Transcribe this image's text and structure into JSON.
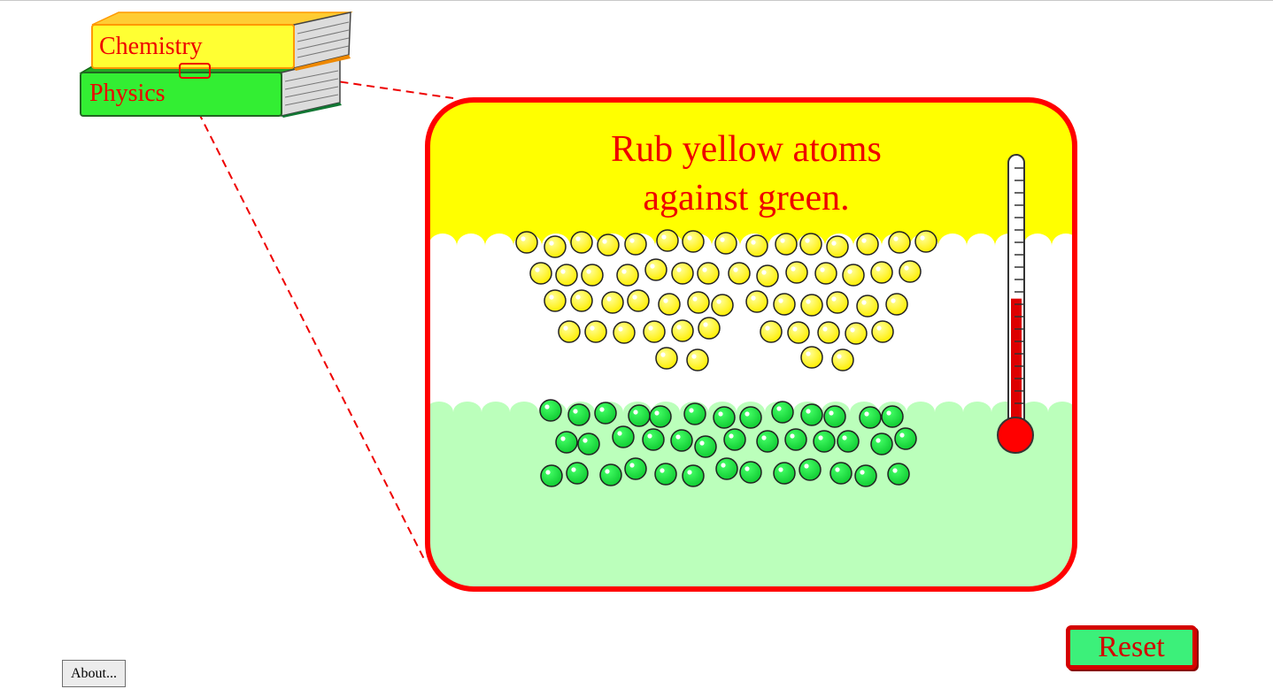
{
  "books": {
    "chemistry_label": "Chemistry",
    "physics_label": "Physics"
  },
  "panel": {
    "title_line1": "Rub yellow atoms",
    "title_line2": "against green."
  },
  "thermometer": {
    "level": 0.48
  },
  "buttons": {
    "reset_label": "Reset",
    "about_label": "About..."
  },
  "colors": {
    "accent_red": "#ff0000",
    "yellow": "#ffff00",
    "green_region": "#bbffbb",
    "green_atom": "#22dd44",
    "book_green": "#33ee33"
  }
}
